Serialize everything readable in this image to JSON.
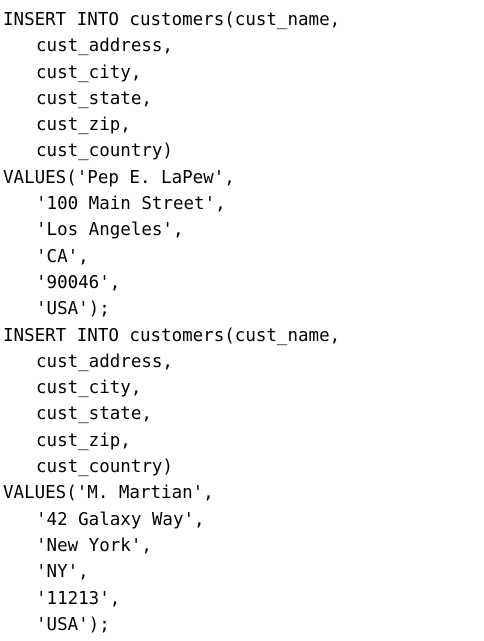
{
  "code": {
    "lines": [
      {
        "text": "INSERT INTO customers(cust_name,",
        "indent": false
      },
      {
        "text": "cust_address,",
        "indent": true
      },
      {
        "text": "cust_city,",
        "indent": true
      },
      {
        "text": "cust_state,",
        "indent": true
      },
      {
        "text": "cust_zip,",
        "indent": true
      },
      {
        "text": "cust_country)",
        "indent": true
      },
      {
        "text": "VALUES('Pep E. LaPew',",
        "indent": false
      },
      {
        "text": "'100 Main Street',",
        "indent": true
      },
      {
        "text": "'Los Angeles',",
        "indent": true
      },
      {
        "text": "'CA',",
        "indent": true
      },
      {
        "text": "'90046',",
        "indent": true
      },
      {
        "text": "'USA');",
        "indent": true
      },
      {
        "text": "INSERT INTO customers(cust_name,",
        "indent": false
      },
      {
        "text": "cust_address,",
        "indent": true
      },
      {
        "text": "cust_city,",
        "indent": true
      },
      {
        "text": "cust_state,",
        "indent": true
      },
      {
        "text": "cust_zip,",
        "indent": true
      },
      {
        "text": "cust_country)",
        "indent": true
      },
      {
        "text": "VALUES('M. Martian',",
        "indent": false
      },
      {
        "text": "'42 Galaxy Way',",
        "indent": true
      },
      {
        "text": "'New York',",
        "indent": true
      },
      {
        "text": "'NY',",
        "indent": true
      },
      {
        "text": "'11213',",
        "indent": true
      },
      {
        "text": "'USA');",
        "indent": true
      }
    ]
  }
}
